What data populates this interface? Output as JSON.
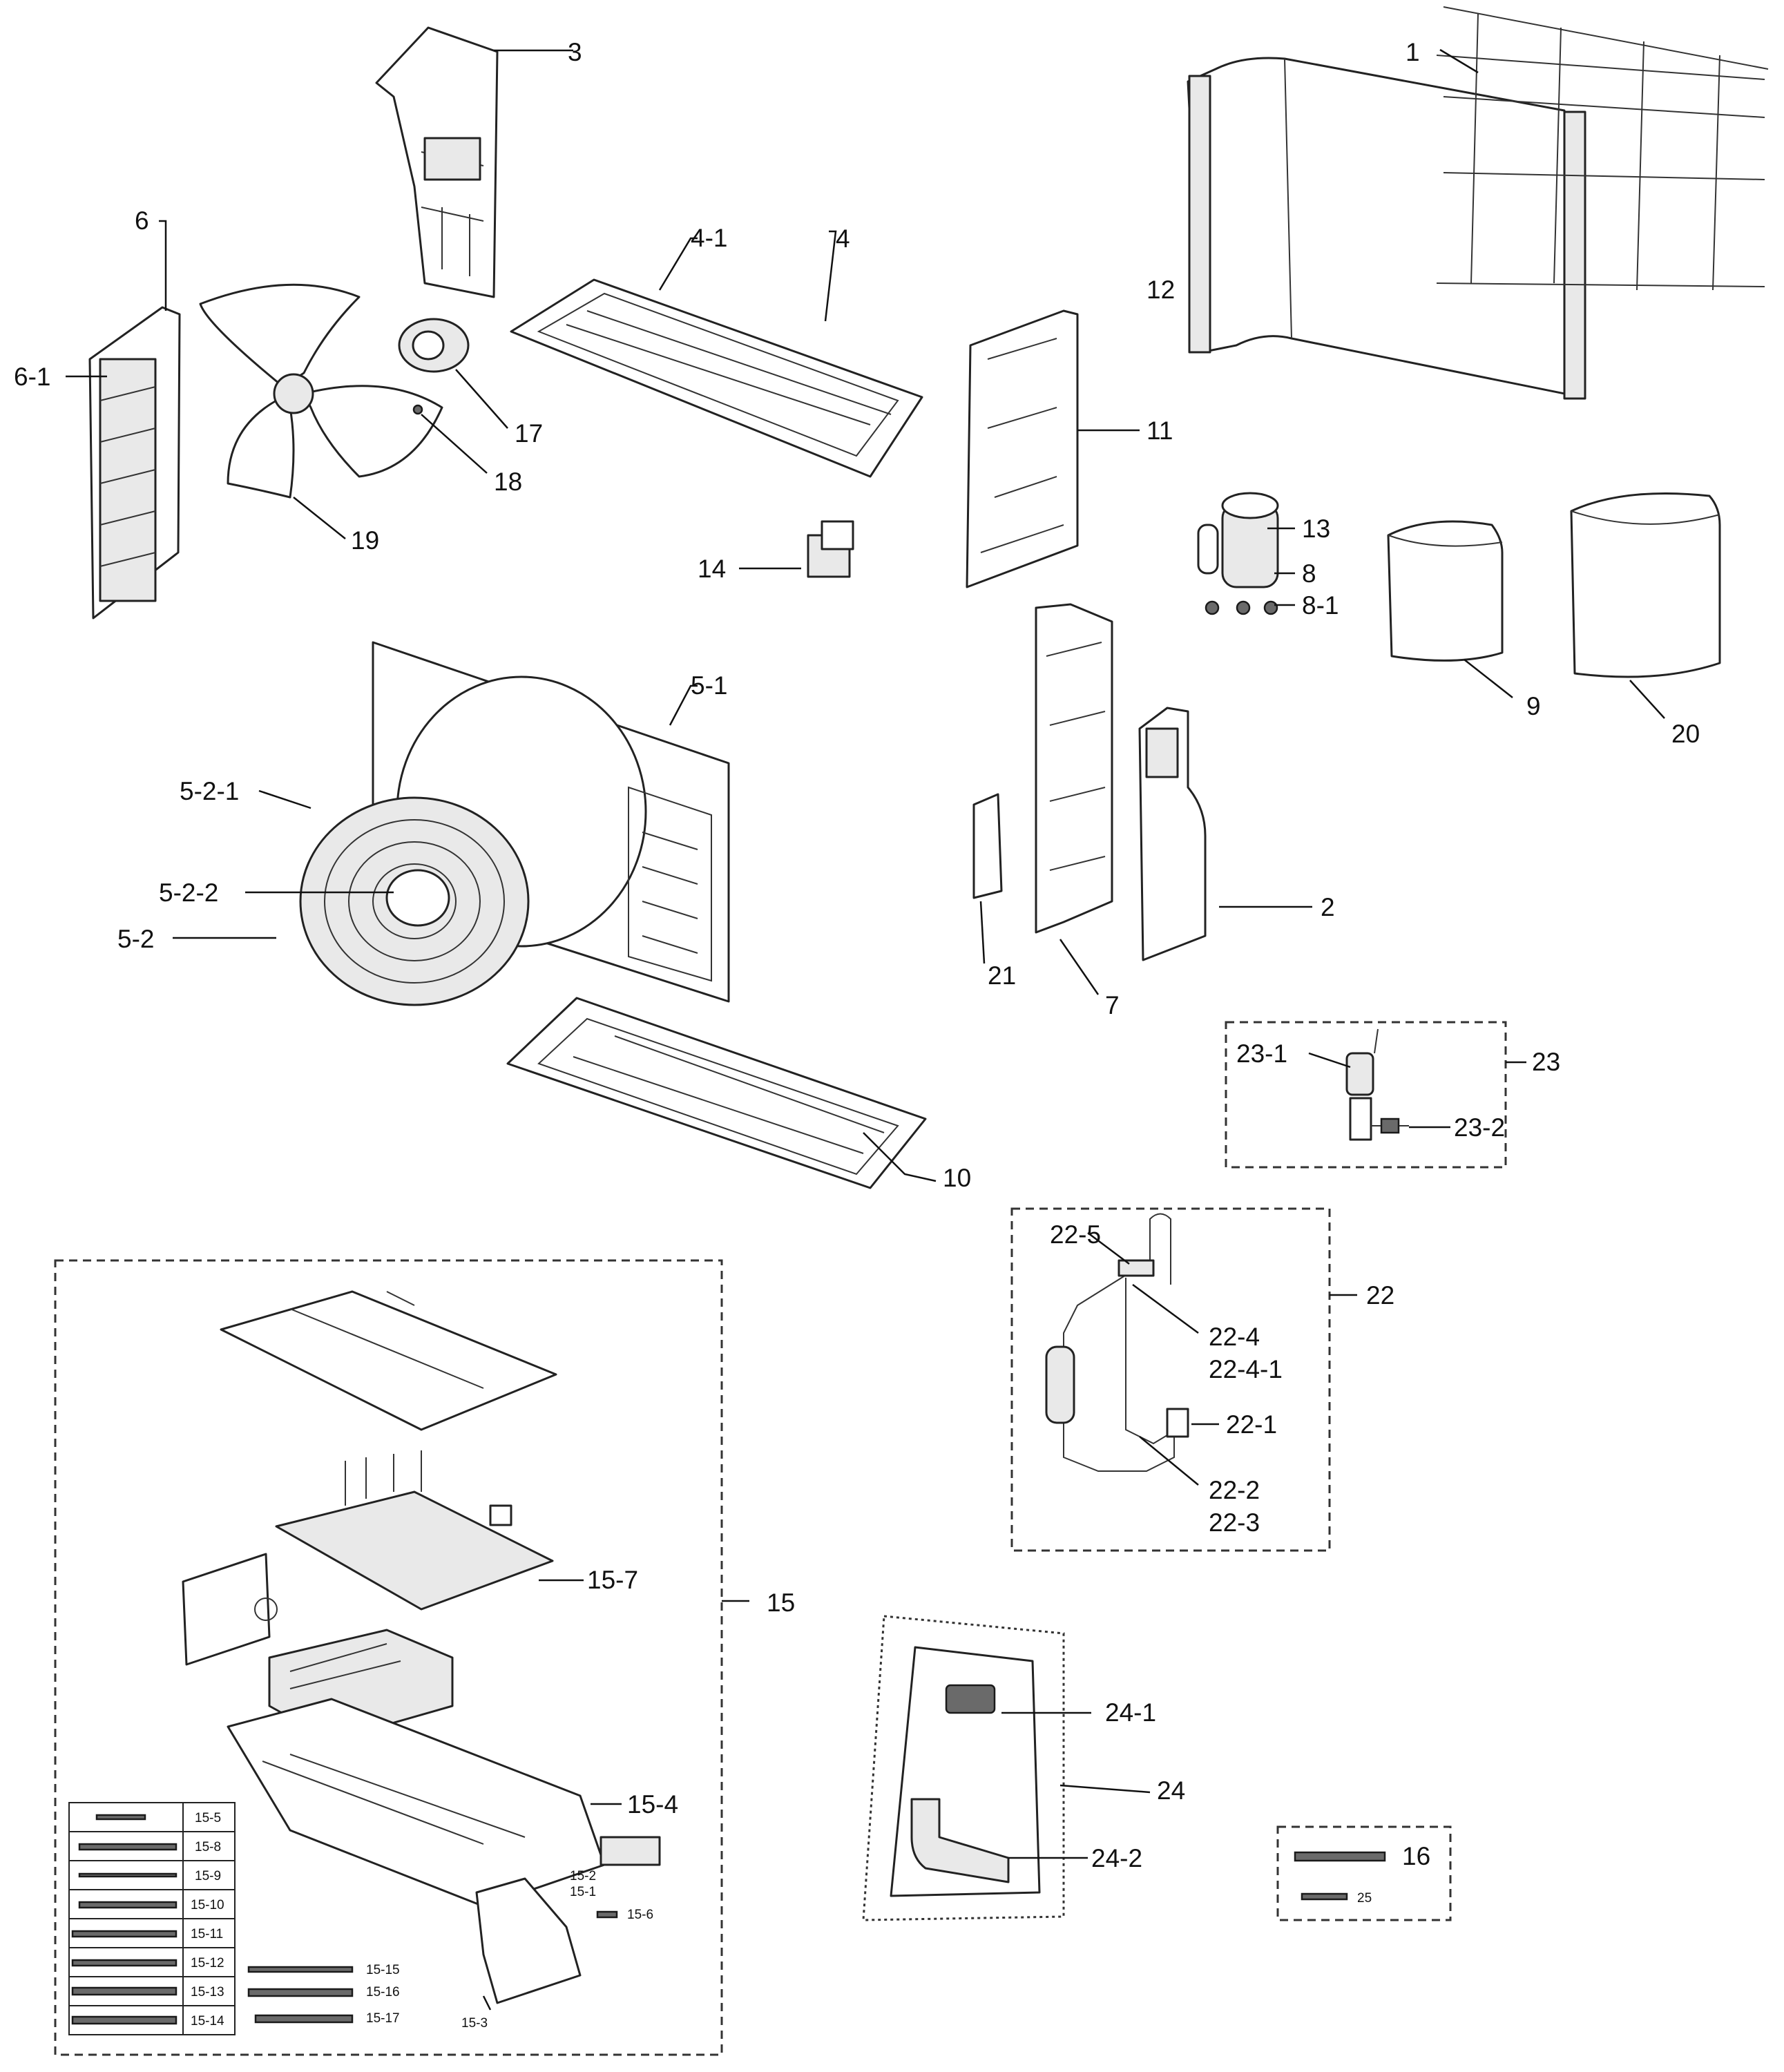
{
  "diagram": {
    "callouts": {
      "c1": "1",
      "c2": "2",
      "c3": "3",
      "c4": "4",
      "c4_1": "4-1",
      "c5_1": "5-1",
      "c5_2": "5-2",
      "c5_2_1": "5-2-1",
      "c5_2_2": "5-2-2",
      "c6": "6",
      "c6_1": "6-1",
      "c7": "7",
      "c8": "8",
      "c8_1": "8-1",
      "c9": "9",
      "c10": "10",
      "c11": "11",
      "c12": "12",
      "c13": "13",
      "c14": "14",
      "c15": "15",
      "c15_3": "15-3",
      "c15_4": "15-4",
      "c15_6": "15-6",
      "c15_7": "15-7",
      "c15_2": "15-2",
      "c15_1": "15-1",
      "c16": "16",
      "c17": "17",
      "c18": "18",
      "c19": "19",
      "c20": "20",
      "c21": "21",
      "c22": "22",
      "c22_1": "22-1",
      "c22_2": "22-2",
      "c22_3": "22-3",
      "c22_4": "22-4",
      "c22_4_1": "22-4-1",
      "c22_5": "22-5",
      "c23": "23",
      "c23_1": "23-1",
      "c23_2": "23-2",
      "c24": "24",
      "c24_1": "24-1",
      "c24_2": "24-2",
      "c25": "25"
    },
    "cable_table": {
      "rows": [
        "15-5",
        "15-8",
        "15-9",
        "15-10",
        "15-11",
        "15-12",
        "15-13",
        "15-14"
      ],
      "extra": [
        "15-15",
        "15-16",
        "15-17"
      ]
    }
  }
}
